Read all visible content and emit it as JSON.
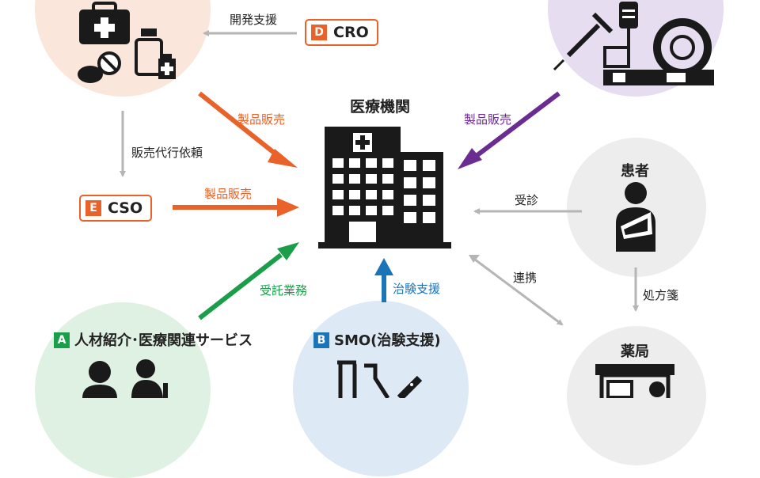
{
  "center": {
    "title": "医療機関"
  },
  "patient": {
    "title": "患者"
  },
  "pharmacy": {
    "title": "薬局"
  },
  "cro": {
    "tag": "D",
    "label": "CRO"
  },
  "cso": {
    "tag": "E",
    "label": "CSO"
  },
  "hr": {
    "tag": "A",
    "label": "人材紹介･医療関連サービス"
  },
  "smo": {
    "tag": "B",
    "label": "SMO(治験支援)"
  },
  "labels": {
    "dev_support": "開発支援",
    "sales_pharma": "製品販売",
    "sales_delegate": "販売代行依頼",
    "sales_cso": "製品販売",
    "sales_device": "製品販売",
    "consult": "受診",
    "cooperate": "連携",
    "prescription": "処方箋",
    "contract": "受託業務",
    "trial_support": "治験支援"
  },
  "colors": {
    "orange": "#e8622a",
    "purple": "#6a2c91",
    "green": "#1a9e4a",
    "blue": "#1b73b8",
    "gray": "#b5b5b5",
    "dark": "#1a1a1a",
    "peach": "#fbe6dc",
    "lavender": "#e6ddf0",
    "lightgray": "#ededed",
    "mint": "#dff1e3",
    "lightblue": "#dde9f5"
  },
  "icons": [
    "medical-kit-icon",
    "pill-icon",
    "medicine-bottle-icon",
    "syringe-icon",
    "iv-bag-icon",
    "mri-scanner-icon",
    "hospital-building-icon",
    "patient-sling-icon",
    "pharmacy-store-icon",
    "caregiver-icon",
    "test-tube-icon"
  ]
}
